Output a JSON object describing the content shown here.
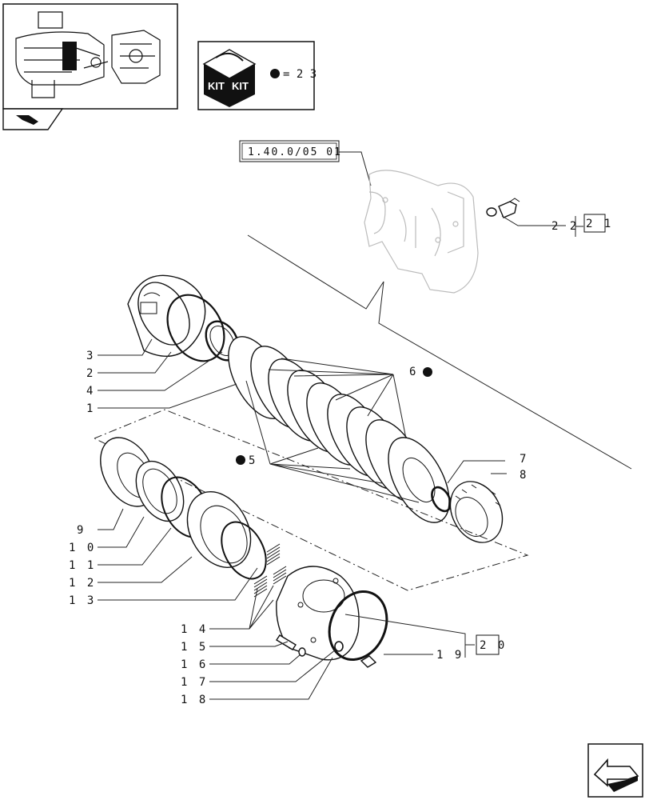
{
  "kit_legend": {
    "kit_word_left": "KIT",
    "kit_word_right": "KIT",
    "equals_text": "= 2 3"
  },
  "reference": {
    "assembly_ref": "1.40.0/05 01"
  },
  "parts": [
    {
      "id": "p1",
      "label": "1"
    },
    {
      "id": "p2",
      "label": "2"
    },
    {
      "id": "p3",
      "label": "3"
    },
    {
      "id": "p4",
      "label": "4"
    },
    {
      "id": "p5",
      "label": "5"
    },
    {
      "id": "p6",
      "label": "6"
    },
    {
      "id": "p7",
      "label": "7"
    },
    {
      "id": "p8",
      "label": "8"
    },
    {
      "id": "p9",
      "label": "9"
    },
    {
      "id": "p10",
      "label": "1 0"
    },
    {
      "id": "p11",
      "label": "1 1"
    },
    {
      "id": "p12",
      "label": "1 2"
    },
    {
      "id": "p13",
      "label": "1 3"
    },
    {
      "id": "p14",
      "label": "1 4"
    },
    {
      "id": "p15",
      "label": "1 5"
    },
    {
      "id": "p16",
      "label": "1 6"
    },
    {
      "id": "p17",
      "label": "1 7"
    },
    {
      "id": "p18",
      "label": "1 8"
    },
    {
      "id": "p19",
      "label": "1 9"
    },
    {
      "id": "p20",
      "label": "2 0"
    },
    {
      "id": "p21",
      "label": "2 1"
    },
    {
      "id": "p22",
      "label": "2 2"
    }
  ],
  "icons": [
    "overview-thumbnail",
    "kit-box-icon",
    "kit-dot-icon",
    "book-tab-icon",
    "next-page-arrow-icon"
  ]
}
